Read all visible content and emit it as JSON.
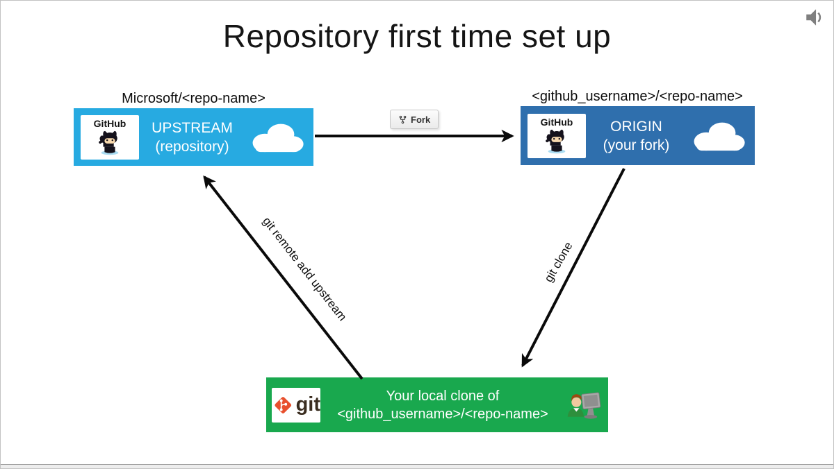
{
  "slide": {
    "title": "Repository first time set up"
  },
  "upstream": {
    "caption": "Microsoft/<repo-name>",
    "title": "UPSTREAM",
    "subtitle": "(repository)",
    "badge_label": "GitHub",
    "color": "#27aae1"
  },
  "origin": {
    "caption": "<github_username>/<repo-name>",
    "title": "ORIGIN",
    "subtitle": "(your fork)",
    "badge_label": "GitHub",
    "color": "#2f6fad"
  },
  "local_clone": {
    "line1": "Your local clone of",
    "line2": "<github_username>/<repo-name>",
    "badge_label": "git",
    "color": "#19a84e"
  },
  "edges": {
    "fork_button_label": "Fork",
    "upstream_arrow_label": "git remote add upstream",
    "clone_arrow_label": "git clone"
  },
  "icons": {
    "audio": "speaker-icon",
    "upstream_badge": "octocat-icon",
    "origin_badge": "octocat-icon",
    "upstream_shape": "cloud-icon",
    "origin_shape": "cloud-icon",
    "local_badge": "git-logo-icon",
    "local_shape": "person-at-computer-icon",
    "fork_button": "repo-fork-icon"
  }
}
